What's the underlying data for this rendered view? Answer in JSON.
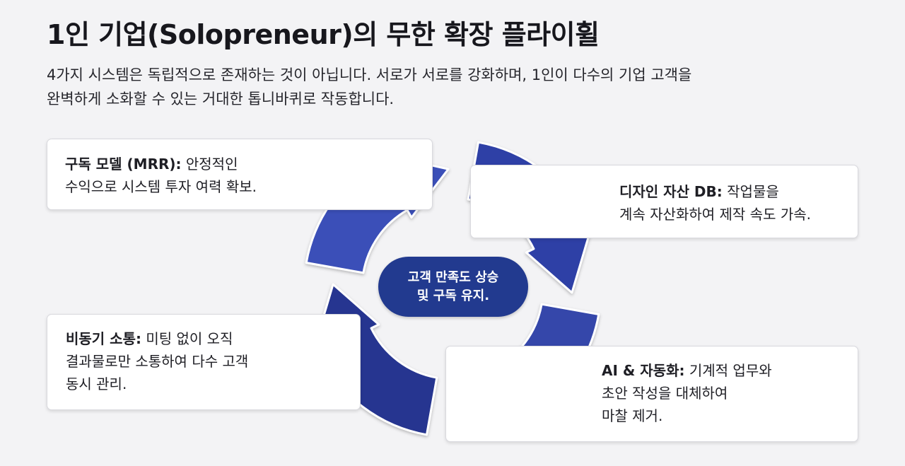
{
  "title": "1인 기업(Solopreneur)의 무한 확장 플라이휠",
  "subtitle": {
    "line1": "4가지 시스템은 독립적으로 존재하는 것이 아닙니다. 서로가 서로를 강화하며, 1인이 다수의 기업 고객을",
    "line2": "완벽하게 소화할 수 있는 거대한 톱니바퀴로 작동합니다."
  },
  "center": {
    "line1": "고객 만족도 상승",
    "line2": "및 구독 유지."
  },
  "cards": {
    "subscription": {
      "label": "구독 모델 (MRR):",
      "text1": " 안정적인",
      "text2": "수익으로 시스템 투자 여력 확보."
    },
    "design_db": {
      "label": "디자인 자산 DB:",
      "text1": " 작업물을",
      "text2": "계속 자산화하여 제작 속도 가속."
    },
    "async": {
      "label": "비동기 소통:",
      "text1": " 미팅 없이 오직",
      "text2": "결과물로만 소통하여 다수 고객",
      "text3": "동시 관리."
    },
    "ai": {
      "label": "AI & 자동화:",
      "text1": " 기계적 업무와",
      "text2": "초안 작성을 대체하여",
      "text3": "마찰 제거."
    }
  },
  "colors": {
    "arc_top": "#3a4fb8",
    "arc_right": "#2f40a6",
    "arc_bottom": "#3446aa",
    "arc_left": "#273690",
    "center_pill": "#223a8f"
  }
}
